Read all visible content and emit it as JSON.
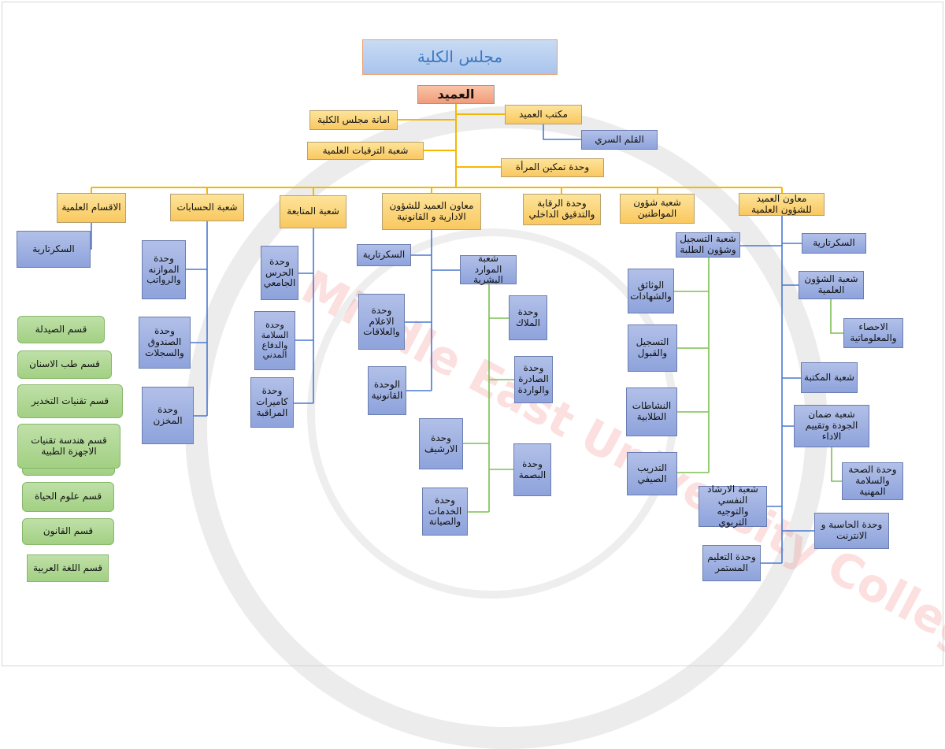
{
  "council": "مجلس الكلية",
  "dean": "العميد",
  "dean_office": "مكتب العميد",
  "secret_pen": "القلم السري",
  "council_secretariat": "امانة مجلس الكلية",
  "promotions": "شعبة الترقيات العلمية",
  "women": "وحدة تمكين المرأة",
  "level2": {
    "departments": "الاقسام العلمية",
    "accounts": "شعبة الحسابات",
    "followup": "شعبة المتابعة",
    "admin_assistant": "معاون العميد للشؤون الادارية و القانونية",
    "audit": "وحدة الرقابة والتدقيق الداخلي",
    "citizens": "شعبة شؤون المواطنين",
    "sci_assistant": "معاون العميد للشؤون العلمية"
  },
  "dept_secretariat": "السكرتارية",
  "departments_list": [
    "قسم الصيدلة",
    "قسم طب الاسنان",
    "قسم تقنيات التخدير",
    "قسم هندسة تقنيات الاجهزة الطبية",
    "قسم علوم الحياة",
    "قسم القانون",
    "قسم اللغة العربية"
  ],
  "accounts_units": [
    "وحدة الموازنه والرواتب",
    "وحدة الصندوق والسجلات",
    "وحدة المخزن"
  ],
  "followup_units": [
    "وحدة الحرس الجامعي",
    "وحدة السلامة والدفاع المدني",
    "وحدة كاميرات المراقبة"
  ],
  "admin_units": {
    "secretariat": "السكرتارية",
    "hr": "شعبة الموارد البشرية",
    "media": "وحدة الاعلام والعلاقات",
    "legal": "الوحدة القانونية"
  },
  "hr_units": [
    "وحدة الملاك",
    "وحدة الصادرة والواردة",
    "وحدة الارشيف",
    "وحدة البصمة",
    "وحدة الخدمات والصيانة"
  ],
  "registration": "شعبة التسجيل وشؤون الطلبة",
  "registration_units": [
    "الوثائق والشهادات",
    "التسجيل والقبول",
    "النشاطات الطلابية",
    "التدريب الصيفي"
  ],
  "sci_units": {
    "secretariat": "السكرتارية",
    "sci_affairs": "شعبة الشؤون العلمية",
    "stats": "الاحصاء والمعلوماتية",
    "library": "شعبة المكتبة",
    "quality": "شعبة ضمان الجودة وتقييم الاداء",
    "health": "وحدة الصحة والسلامة المهنية",
    "computer": "وحدة الحاسبة و الانترنت",
    "counseling": "شعبة الارشاد النفسي والتوجيه التربوي",
    "continuing": "وحدة التعليم المستمر"
  },
  "watermark": "Middle East University College",
  "colors": {
    "yellow_line": "#f5b800",
    "blue_line": "#4a78d0",
    "green_line": "#7cc050"
  }
}
